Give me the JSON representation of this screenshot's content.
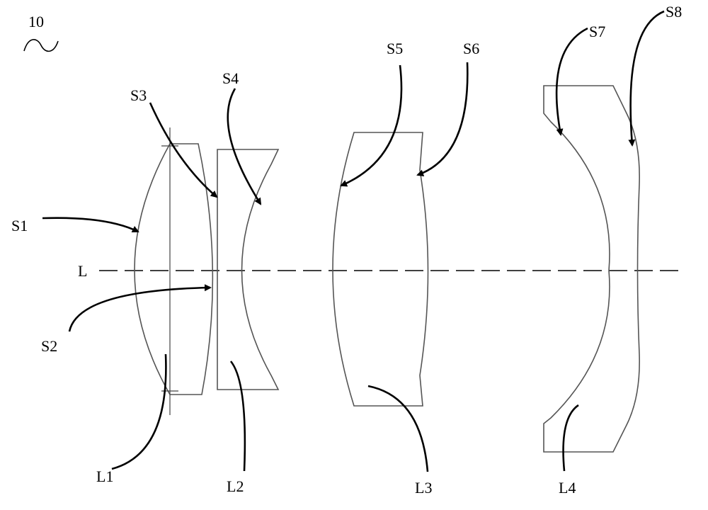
{
  "figure": {
    "reference_numeral": "10",
    "optical_axis_label": "L",
    "surfaces": [
      "S1",
      "S2",
      "S3",
      "S4",
      "S5",
      "S6",
      "S7",
      "S8"
    ],
    "lenses": [
      "L1",
      "L2",
      "L3",
      "L4"
    ],
    "colors": {
      "lens_outline": "#555555",
      "leader": "#000000"
    }
  }
}
